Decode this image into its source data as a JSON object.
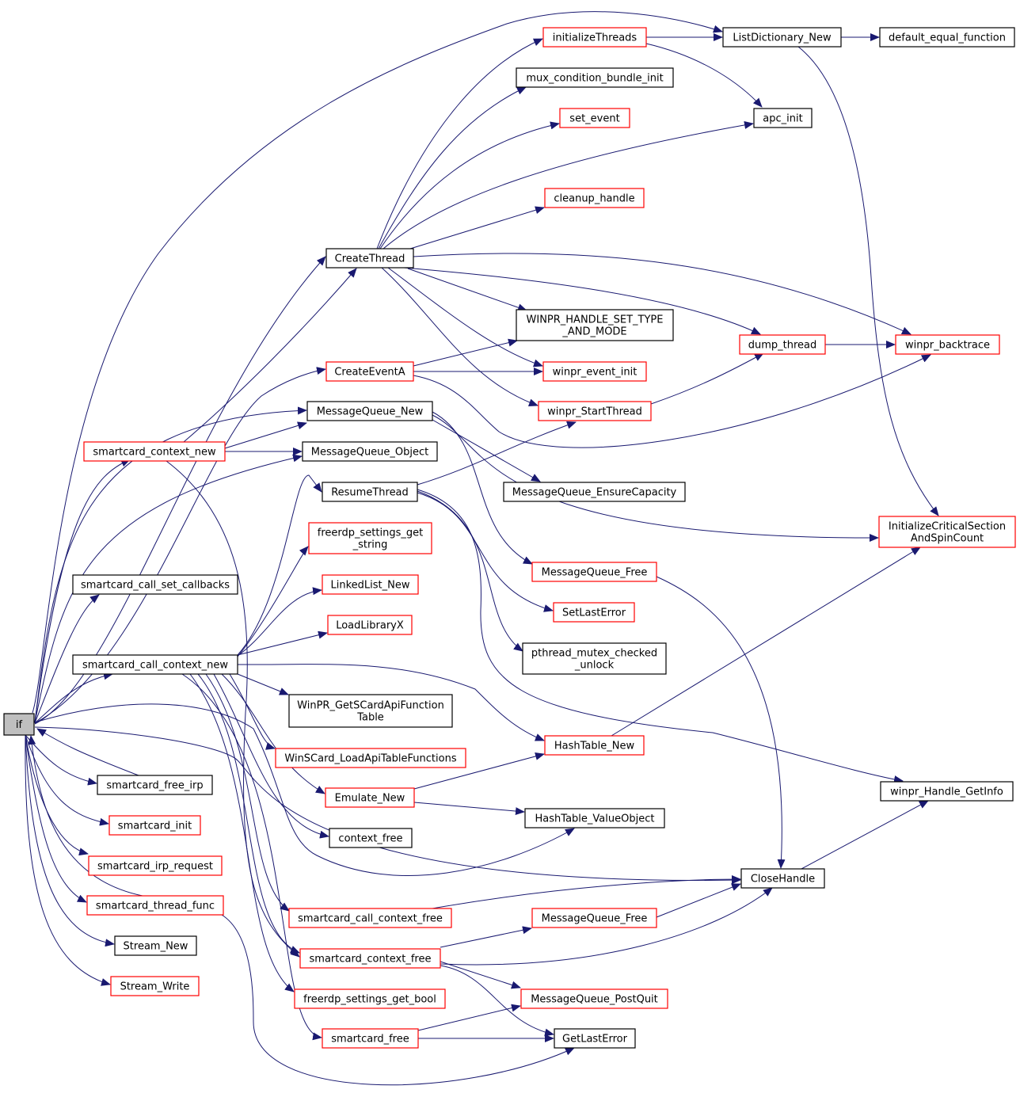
{
  "colors": {
    "edge": "#191970",
    "node_red": "#ff0000",
    "node_black": "#000000",
    "root_fill": "#bfbfbf"
  },
  "nodes": [
    {
      "id": "if",
      "lines": [
        "if"
      ],
      "style": "root"
    },
    {
      "id": "initializeThreads",
      "lines": [
        "initializeThreads"
      ],
      "style": "red"
    },
    {
      "id": "ListDictionary_New",
      "lines": [
        "ListDictionary_New"
      ],
      "style": "black"
    },
    {
      "id": "default_equal_function",
      "lines": [
        "default_equal_function"
      ],
      "style": "black"
    },
    {
      "id": "mux_condition_bundle_init",
      "lines": [
        "mux_condition_bundle_init"
      ],
      "style": "black"
    },
    {
      "id": "apc_init",
      "lines": [
        "apc_init"
      ],
      "style": "black"
    },
    {
      "id": "set_event",
      "lines": [
        "set_event"
      ],
      "style": "red"
    },
    {
      "id": "cleanup_handle",
      "lines": [
        "cleanup_handle"
      ],
      "style": "red"
    },
    {
      "id": "CreateThread",
      "lines": [
        "CreateThread"
      ],
      "style": "black"
    },
    {
      "id": "WINPR_HANDLE_SET_TYPE_AND_MODE",
      "lines": [
        "WINPR_HANDLE_SET_TYPE",
        "_AND_MODE"
      ],
      "style": "black"
    },
    {
      "id": "dump_thread",
      "lines": [
        "dump_thread"
      ],
      "style": "red"
    },
    {
      "id": "winpr_backtrace",
      "lines": [
        "winpr_backtrace"
      ],
      "style": "red"
    },
    {
      "id": "CreateEventA",
      "lines": [
        "CreateEventA"
      ],
      "style": "red"
    },
    {
      "id": "winpr_event_init",
      "lines": [
        "winpr_event_init"
      ],
      "style": "red"
    },
    {
      "id": "MessageQueue_New",
      "lines": [
        "MessageQueue_New"
      ],
      "style": "black"
    },
    {
      "id": "winpr_StartThread",
      "lines": [
        "winpr_StartThread"
      ],
      "style": "red"
    },
    {
      "id": "smartcard_context_new",
      "lines": [
        "smartcard_context_new"
      ],
      "style": "red"
    },
    {
      "id": "MessageQueue_Object",
      "lines": [
        "MessageQueue_Object"
      ],
      "style": "black"
    },
    {
      "id": "ResumeThread",
      "lines": [
        "ResumeThread"
      ],
      "style": "black"
    },
    {
      "id": "MessageQueue_EnsureCapacity",
      "lines": [
        "MessageQueue_EnsureCapacity"
      ],
      "style": "black"
    },
    {
      "id": "InitializeCriticalSectionAndSpinCount",
      "lines": [
        "InitializeCriticalSection",
        "AndSpinCount"
      ],
      "style": "red"
    },
    {
      "id": "freerdp_settings_get_string",
      "lines": [
        "freerdp_settings_get",
        "_string"
      ],
      "style": "red"
    },
    {
      "id": "MessageQueue_Free_1",
      "lines": [
        "MessageQueue_Free"
      ],
      "style": "red"
    },
    {
      "id": "LinkedList_New",
      "lines": [
        "LinkedList_New"
      ],
      "style": "red"
    },
    {
      "id": "smartcard_call_set_callbacks",
      "lines": [
        "smartcard_call_set_callbacks"
      ],
      "style": "black"
    },
    {
      "id": "SetLastError",
      "lines": [
        "SetLastError"
      ],
      "style": "red"
    },
    {
      "id": "LoadLibraryX",
      "lines": [
        "LoadLibraryX"
      ],
      "style": "red"
    },
    {
      "id": "pthread_mutex_checked_unlock",
      "lines": [
        "pthread_mutex_checked",
        "_unlock"
      ],
      "style": "black"
    },
    {
      "id": "smartcard_call_context_new",
      "lines": [
        "smartcard_call_context_new"
      ],
      "style": "black"
    },
    {
      "id": "WinPR_GetSCardApiFunctionTable",
      "lines": [
        "WinPR_GetSCardApiFunction",
        "Table"
      ],
      "style": "black"
    },
    {
      "id": "HashTable_New",
      "lines": [
        "HashTable_New"
      ],
      "style": "red"
    },
    {
      "id": "WinSCard_LoadApiTableFunctions",
      "lines": [
        "WinSCard_LoadApiTableFunctions"
      ],
      "style": "red"
    },
    {
      "id": "smartcard_free_irp",
      "lines": [
        "smartcard_free_irp"
      ],
      "style": "black"
    },
    {
      "id": "winpr_Handle_GetInfo",
      "lines": [
        "winpr_Handle_GetInfo"
      ],
      "style": "black"
    },
    {
      "id": "Emulate_New",
      "lines": [
        "Emulate_New"
      ],
      "style": "red"
    },
    {
      "id": "HashTable_ValueObject",
      "lines": [
        "HashTable_ValueObject"
      ],
      "style": "black"
    },
    {
      "id": "smartcard_init",
      "lines": [
        "smartcard_init"
      ],
      "style": "red"
    },
    {
      "id": "context_free",
      "lines": [
        "context_free"
      ],
      "style": "black"
    },
    {
      "id": "smartcard_irp_request",
      "lines": [
        "smartcard_irp_request"
      ],
      "style": "red"
    },
    {
      "id": "CloseHandle",
      "lines": [
        "CloseHandle"
      ],
      "style": "black"
    },
    {
      "id": "smartcard_thread_func",
      "lines": [
        "smartcard_thread_func"
      ],
      "style": "red"
    },
    {
      "id": "smartcard_call_context_free",
      "lines": [
        "smartcard_call_context_free"
      ],
      "style": "red"
    },
    {
      "id": "MessageQueue_Free_2",
      "lines": [
        "MessageQueue_Free"
      ],
      "style": "red"
    },
    {
      "id": "Stream_New",
      "lines": [
        "Stream_New"
      ],
      "style": "black"
    },
    {
      "id": "smartcard_context_free",
      "lines": [
        "smartcard_context_free"
      ],
      "style": "red"
    },
    {
      "id": "Stream_Write",
      "lines": [
        "Stream_Write"
      ],
      "style": "red"
    },
    {
      "id": "freerdp_settings_get_bool",
      "lines": [
        "freerdp_settings_get_bool"
      ],
      "style": "red"
    },
    {
      "id": "MessageQueue_PostQuit",
      "lines": [
        "MessageQueue_PostQuit"
      ],
      "style": "red"
    },
    {
      "id": "smartcard_free",
      "lines": [
        "smartcard_free"
      ],
      "style": "red"
    },
    {
      "id": "GetLastError",
      "lines": [
        "GetLastError"
      ],
      "style": "black"
    }
  ]
}
